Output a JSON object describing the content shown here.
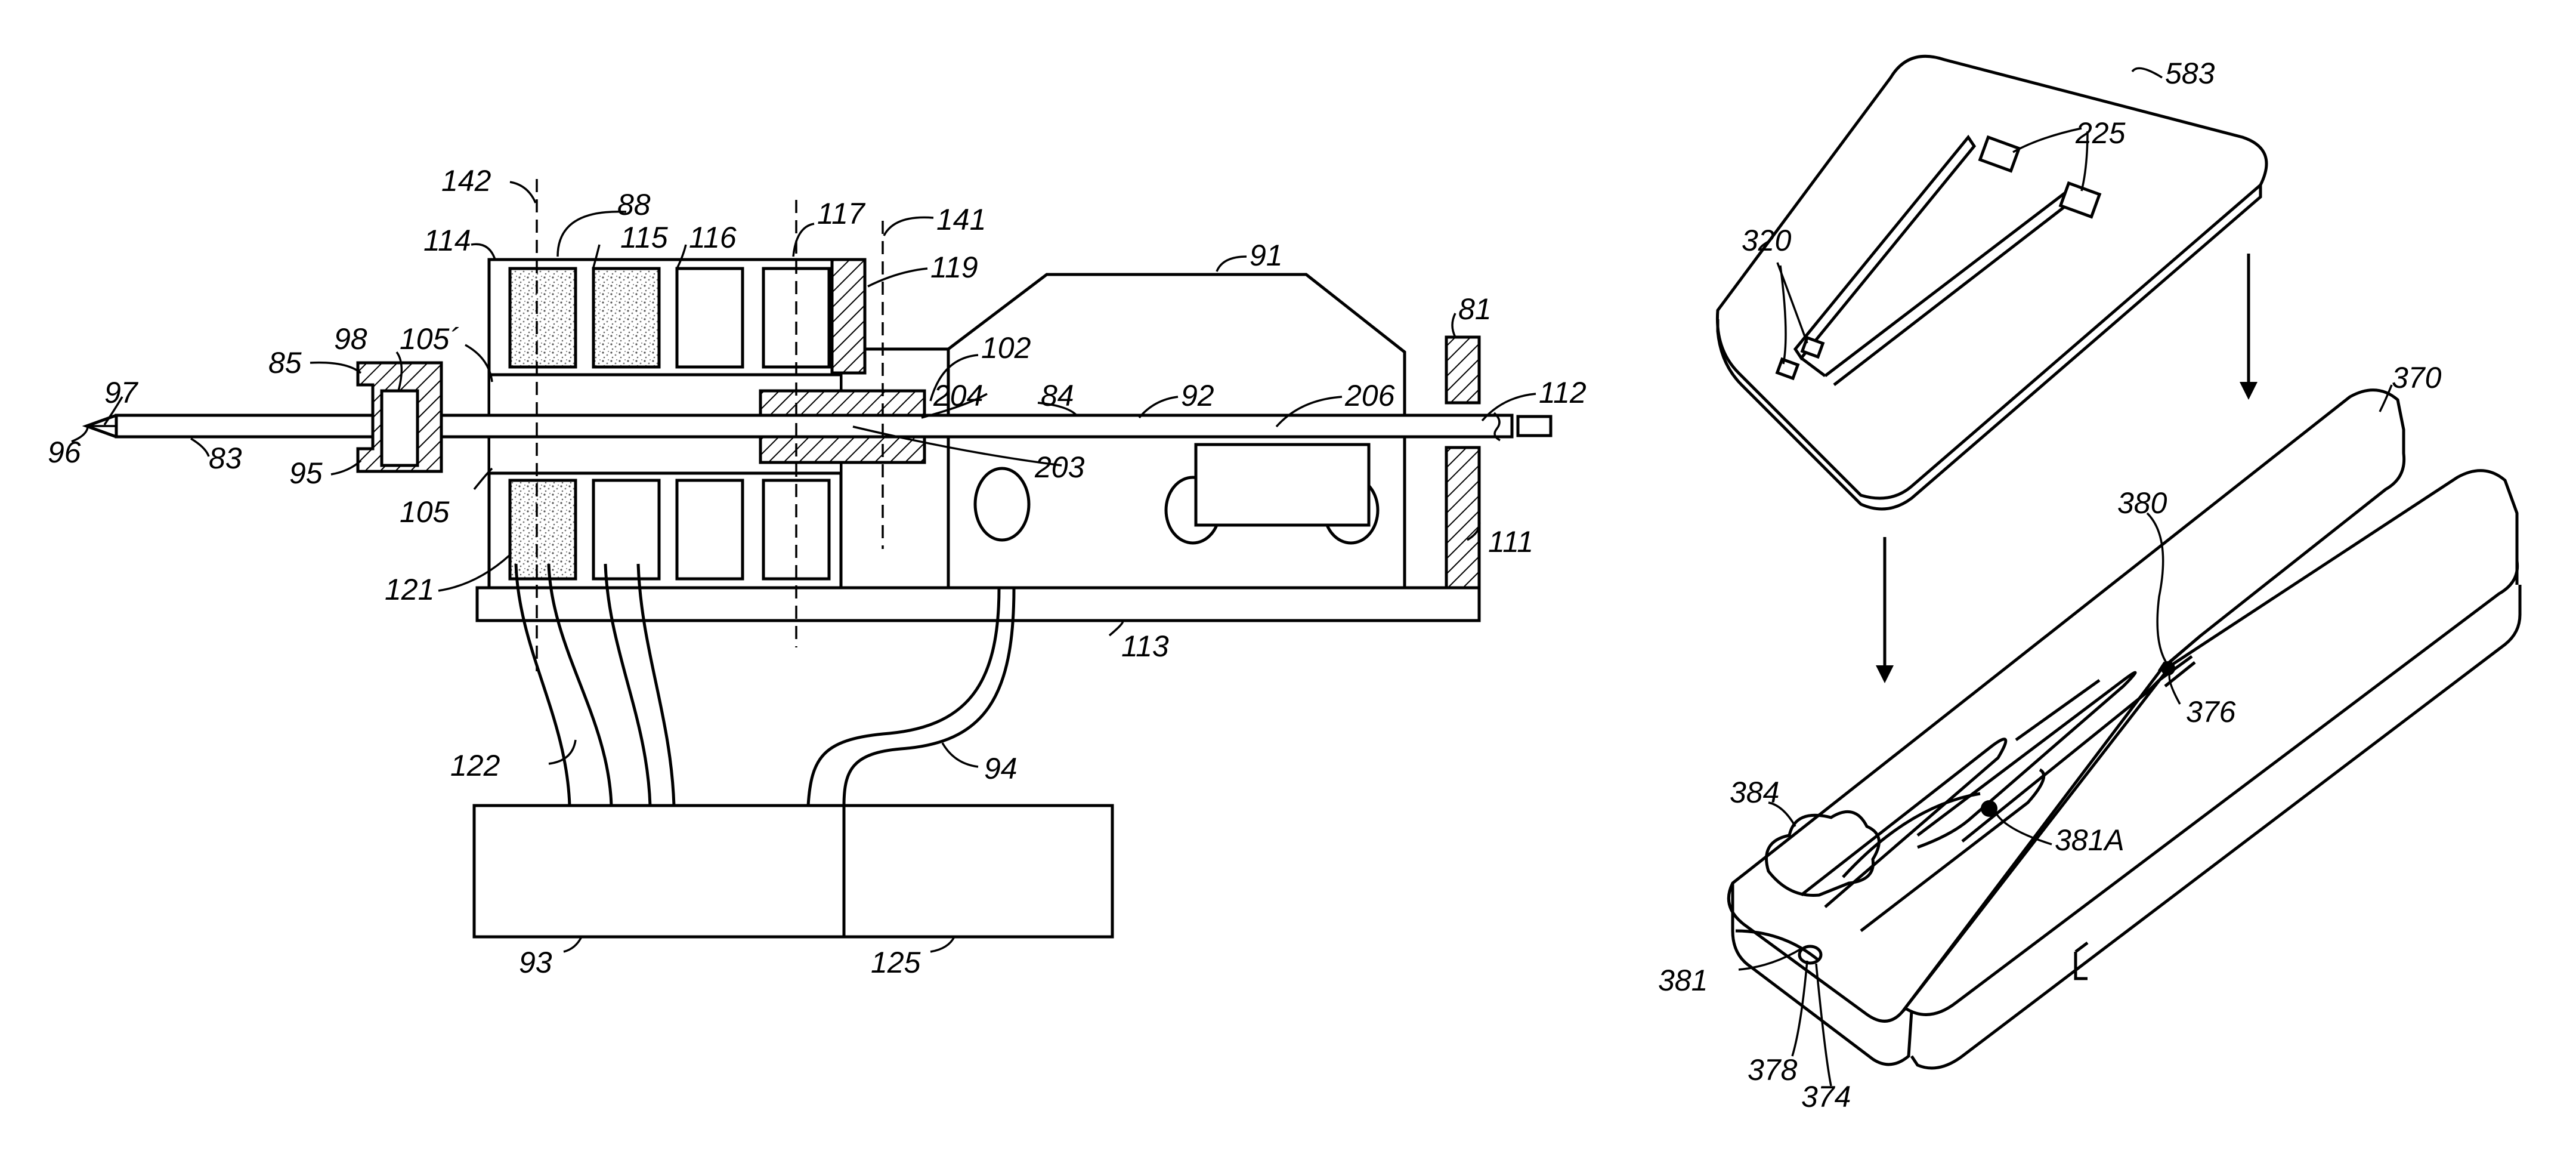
{
  "figure": {
    "left": {
      "labels": {
        "l96": "96",
        "l97": "97",
        "l83": "83",
        "l85": "85",
        "l98": "98",
        "l95": "95",
        "l105a": "105´",
        "l105b": "105",
        "l142": "142",
        "l114": "114",
        "l88": "88",
        "l115": "115",
        "l116": "116",
        "l117": "117",
        "l141": "141",
        "l119": "119",
        "l91": "91",
        "l81": "81",
        "l102": "102",
        "l204": "204",
        "l84": "84",
        "l92": "92",
        "l206": "206",
        "l112": "112",
        "l203": "203",
        "l111": "111",
        "l121": "121",
        "l113": "113",
        "l122": "122",
        "l94": "94",
        "l93": "93",
        "l125": "125"
      }
    },
    "right": {
      "labels": {
        "l583": "583",
        "l225": "225",
        "l320": "320",
        "l370": "370",
        "l380": "380",
        "l376": "376",
        "l384": "384",
        "l381A": "381A",
        "l381": "381",
        "l378": "378",
        "l374": "374"
      }
    }
  }
}
